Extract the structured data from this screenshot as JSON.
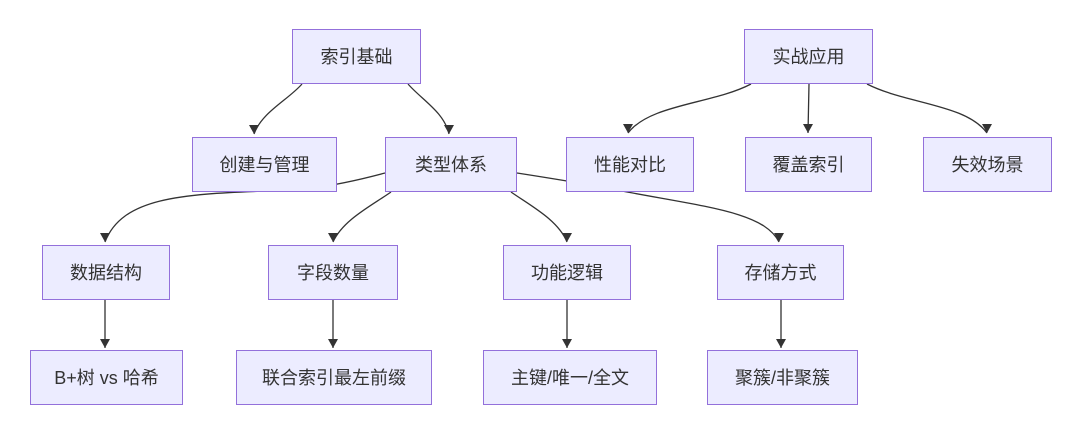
{
  "diagram": {
    "type": "flowchart",
    "direction": "top-down",
    "background": "#ffffff",
    "node_style": {
      "fill": "#ECECFF",
      "border": "#9370DB",
      "text_color": "#333333"
    },
    "edge_style": {
      "stroke": "#333333",
      "arrowhead": "filled-triangle-down"
    },
    "nodes": [
      {
        "id": "A",
        "label": "索引基础"
      },
      {
        "id": "B",
        "label": "实战应用"
      },
      {
        "id": "C",
        "label": "创建与管理"
      },
      {
        "id": "D",
        "label": "类型体系"
      },
      {
        "id": "E",
        "label": "性能对比"
      },
      {
        "id": "F",
        "label": "覆盖索引"
      },
      {
        "id": "G",
        "label": "失效场景"
      },
      {
        "id": "H",
        "label": "数据结构"
      },
      {
        "id": "I",
        "label": "字段数量"
      },
      {
        "id": "J",
        "label": "功能逻辑"
      },
      {
        "id": "K",
        "label": "存储方式"
      },
      {
        "id": "L",
        "label": "B+树 vs 哈希"
      },
      {
        "id": "M",
        "label": "联合索引最左前缀"
      },
      {
        "id": "N",
        "label": "主键/唯一/全文"
      },
      {
        "id": "O",
        "label": "聚簇/非聚簇"
      }
    ],
    "edges": [
      {
        "from": "索引基础",
        "to": "创建与管理"
      },
      {
        "from": "索引基础",
        "to": "类型体系"
      },
      {
        "from": "实战应用",
        "to": "性能对比"
      },
      {
        "from": "实战应用",
        "to": "覆盖索引"
      },
      {
        "from": "实战应用",
        "to": "失效场景"
      },
      {
        "from": "类型体系",
        "to": "数据结构"
      },
      {
        "from": "类型体系",
        "to": "字段数量"
      },
      {
        "from": "类型体系",
        "to": "功能逻辑"
      },
      {
        "from": "类型体系",
        "to": "存储方式"
      },
      {
        "from": "数据结构",
        "to": "B+树 vs 哈希"
      },
      {
        "from": "字段数量",
        "to": "联合索引最左前缀"
      },
      {
        "from": "功能逻辑",
        "to": "主键/唯一/全文"
      },
      {
        "from": "存储方式",
        "to": "聚簇/非聚簇"
      }
    ]
  }
}
